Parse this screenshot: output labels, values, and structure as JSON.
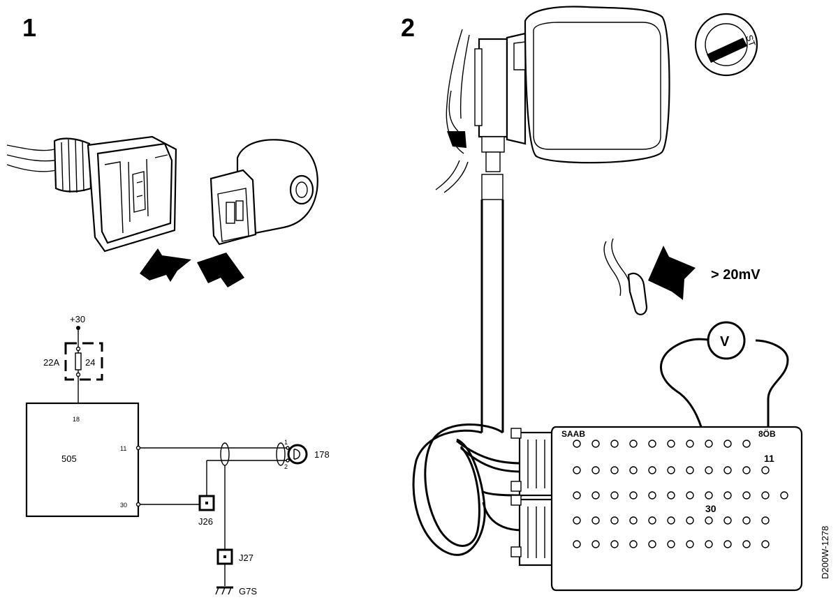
{
  "panels": [
    {
      "number": "1"
    },
    {
      "number": "2"
    }
  ],
  "schematic": {
    "supply": "+30",
    "fuse_rating": "22A",
    "fuse_id": "24",
    "control_unit": "505",
    "pins": {
      "top": "18",
      "pin11": "11",
      "pin30": "30"
    },
    "sensor_id": "178",
    "sensor_pins": [
      "1",
      "2"
    ],
    "junctions": [
      "J26",
      "J27"
    ],
    "ground": "G7S"
  },
  "measurement": {
    "threshold": "> 20mV",
    "meter_symbol": "V",
    "box_brand": "SAAB",
    "box_model": "8ÖB",
    "probe_pins": [
      "30",
      "11"
    ]
  },
  "ignition": {
    "position_label": "ST"
  },
  "figure_code": "D200W-1278"
}
